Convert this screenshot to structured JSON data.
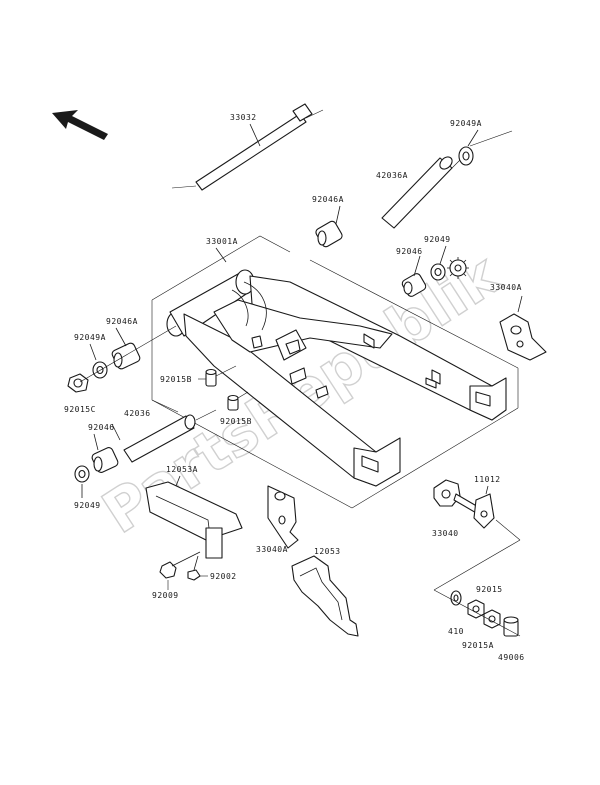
{
  "watermark": "PartsRepublik",
  "labels": {
    "p33032": "33032",
    "p92049A_top": "92049A",
    "p42036A": "42036A",
    "p92046A_top": "92046A",
    "p33001A": "33001A",
    "p92049": "92049",
    "p92046_right": "92046",
    "p33040A": "33040A",
    "p92046A_left": "92046A",
    "p92049A_left": "92049A",
    "p92015B": "92015B",
    "p92015C": "92015C",
    "p92015B_2": "92015B",
    "p42036": "42036",
    "p92046_left": "92046",
    "p92049_left": "92049",
    "p12053A": "12053A",
    "p33040A_mid": "33040A",
    "p12053": "12053",
    "p92009": "92009",
    "p92002": "92002",
    "p11012": "11012",
    "p33040": "33040",
    "p92015": "92015",
    "p410": "410",
    "p92015A": "92015A",
    "p49006": "49006"
  },
  "icons": [
    "direction-arrow-icon",
    "gear-icon"
  ]
}
